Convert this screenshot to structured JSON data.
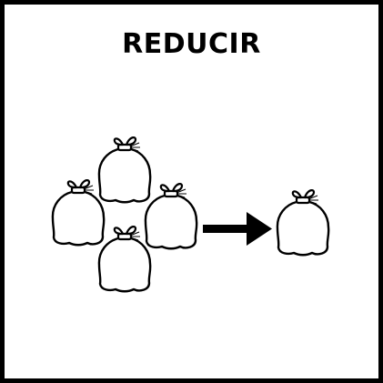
{
  "pictogram": {
    "title": "REDUCIR",
    "icons": {
      "item": "trash-bag-icon",
      "transition": "right-arrow-icon"
    },
    "before_count": 4,
    "after_count": 1,
    "colors": {
      "ink": "#000000",
      "background": "#ffffff"
    }
  }
}
